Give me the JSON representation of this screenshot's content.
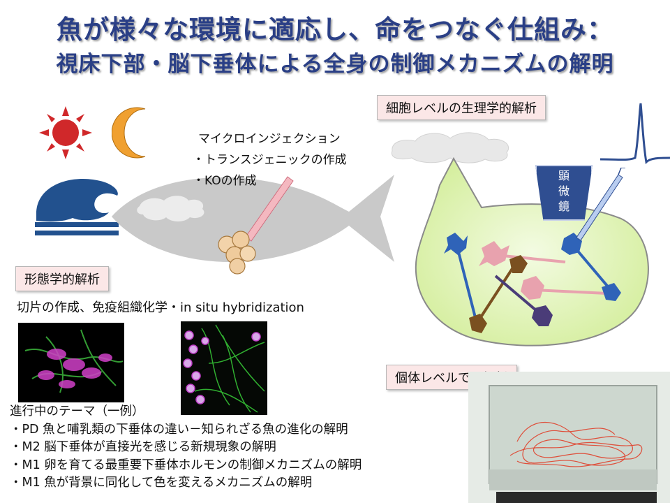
{
  "title": {
    "line1": "魚が様々な環境に適応し、命をつなぐ仕組み：",
    "line2": "視床下部・脳下垂体による全身の制御メカニズムの解明"
  },
  "tags": {
    "morphology": "形態学的解析",
    "cell_physiology": "細胞レベルの生理学的解析",
    "individual": "個体レベルでの解析"
  },
  "injection": {
    "line1": "マイクロインジェクション",
    "line2": "・トランスジェニックの作成",
    "line3": "・KOの作成"
  },
  "morphology_methods": "切片の作成、免疫組織化学・in situ hybridization",
  "microscope": {
    "label": [
      "顕",
      "微",
      "鏡"
    ]
  },
  "themes": {
    "heading": "進行中のテーマ（一例）",
    "items": [
      "・PD 魚と哺乳類の下垂体の違い－知られざる魚の進化の解明",
      "・M2 脳下垂体が直接光を感じる新規現象の解明",
      "・M1 卵を育てる最重要下垂体ホルモンの制御メカニズムの解明",
      "・M1 魚が背景に同化して色を変えるメカニズムの解明"
    ]
  },
  "icons": [
    "sun-icon",
    "moon-icon",
    "wave-icon",
    "fish-silhouette",
    "egg-cluster",
    "brain-silhouette",
    "neuron-network",
    "action-potential-trace"
  ],
  "colors": {
    "title": "#2a3f86",
    "sun": "#d0282a",
    "moon": "#f0a030",
    "wave": "#22518e",
    "fish": "#c9c9c9",
    "tag_bg": "#fbe7e7",
    "bubble": "#ddf2b0",
    "microscope": "#2f4e91"
  }
}
